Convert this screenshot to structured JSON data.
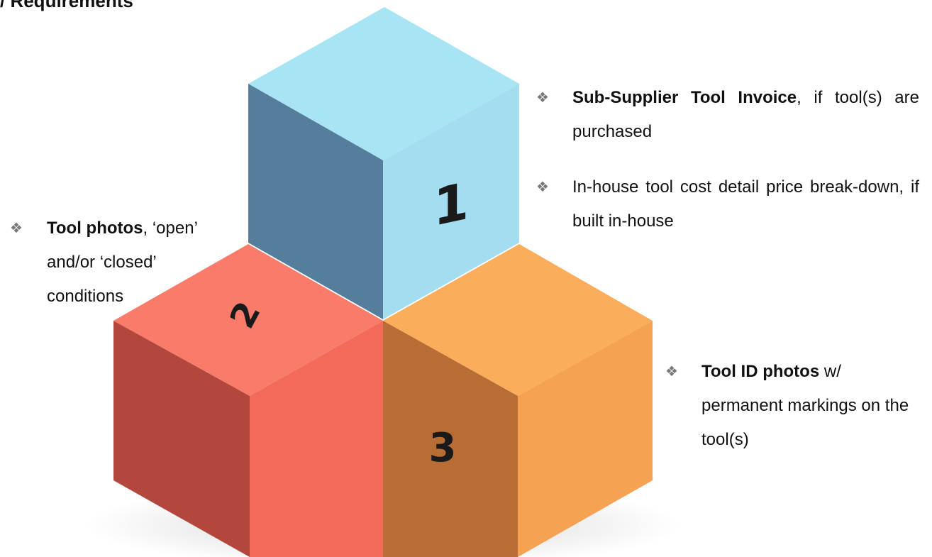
{
  "heading": "/ Requirements",
  "cubes": [
    {
      "label": "1",
      "color_top": "#a8e4f4",
      "color_left": "#557e9c",
      "color_right": "#a5ddf0"
    },
    {
      "label": "2",
      "color_top": "#f97c6a",
      "color_left": "#b4473d",
      "color_right": "#f36a5b"
    },
    {
      "label": "3",
      "color_top": "#fbad5c",
      "color_left": "#b86d35",
      "color_right": "#f5a253"
    }
  ],
  "bullet_glyph": "❖",
  "items": {
    "invoice": {
      "bold": "Sub-Supplier Tool Invoice",
      "rest": ", if tool(s) are purchased"
    },
    "inhouse": {
      "bold": "",
      "rest": "In-house tool cost detail price break-down, if built in-house"
    },
    "photos": {
      "bold": "Tool photos",
      "rest": ", ‘open’ and/or ‘closed’ conditions"
    },
    "id_photos": {
      "bold": "Tool ID photos",
      "rest": " w/ permanent markings on the tool(s)"
    }
  }
}
